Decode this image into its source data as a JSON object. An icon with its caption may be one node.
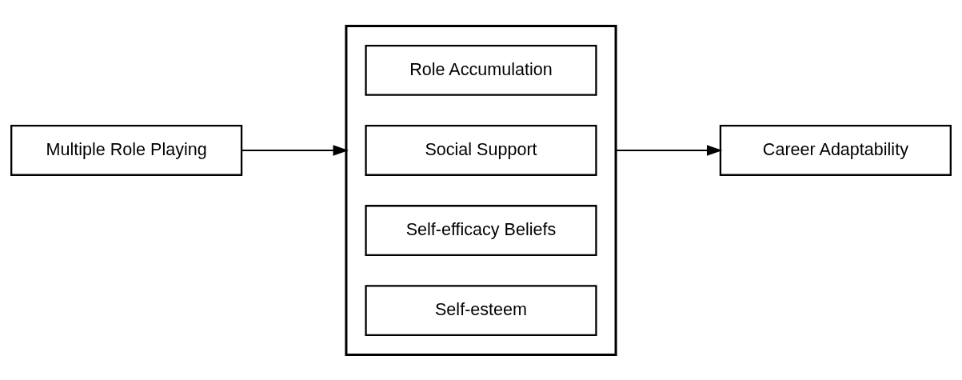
{
  "diagram": {
    "nodes": [
      {
        "text": [
          "Multiple Role Playing"
        ]
      },
      {
        "text": [],
        "shape": "box"
      },
      {
        "text": [
          "Role Accumulation"
        ],
        "in": 1
      },
      {
        "text": [
          "Social Support"
        ],
        "in": 1
      },
      {
        "text": [
          "Self-efficacy Beliefs"
        ],
        "in": 1
      },
      {
        "text": [
          "Self-esteem"
        ],
        "in": 1
      },
      {
        "text": [
          "Career Adaptability"
        ]
      }
    ],
    "edges": [
      {
        "from": 0,
        "to": 1,
        "arrow": "to"
      },
      {
        "from": 1,
        "to": 6,
        "arrow": "to"
      }
    ]
  }
}
